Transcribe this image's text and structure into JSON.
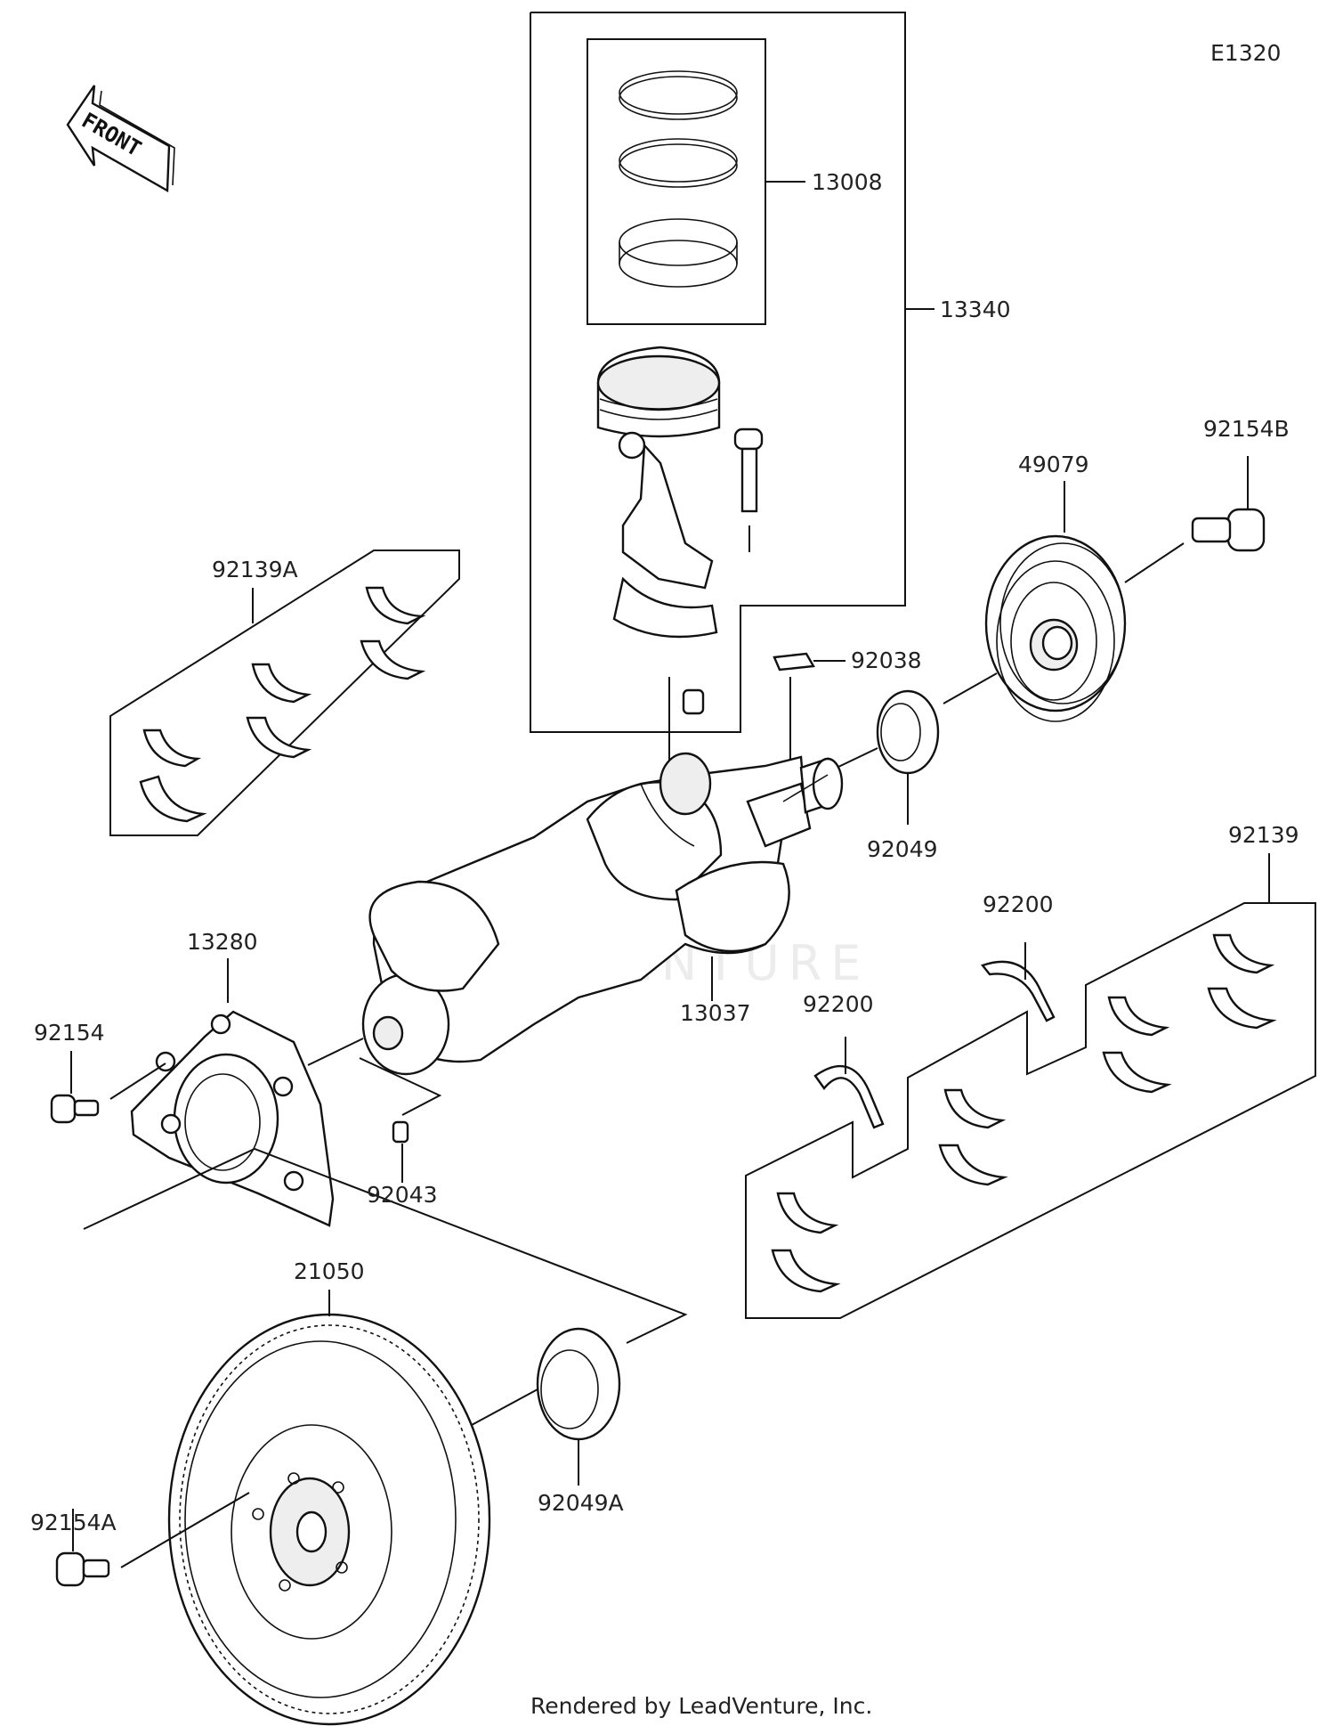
{
  "diagram_code": "E1320",
  "front_label": "FRONT",
  "watermark": "LEADVENTURE",
  "footer": "Rendered by LeadVenture, Inc.",
  "parts": {
    "p13008": "13008",
    "p13340": "13340",
    "p92154B": "92154B",
    "p49079": "49079",
    "p92139A": "92139A",
    "p92038": "92038",
    "p92049": "92049",
    "p92139": "92139",
    "p92200a": "92200",
    "p13280": "13280",
    "p13037": "13037",
    "p92154": "92154",
    "p92200b": "92200",
    "p92043": "92043",
    "p21050": "21050",
    "p92049A": "92049A",
    "p92154A": "92154A"
  }
}
